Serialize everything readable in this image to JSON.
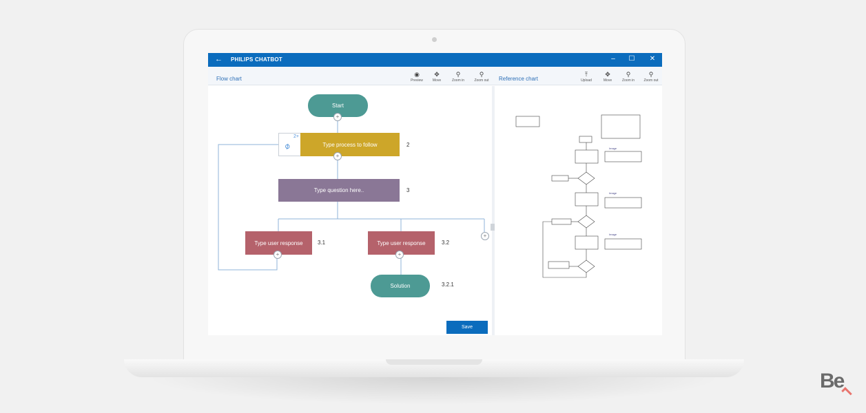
{
  "app": {
    "title": "PHILIPS CHATBOT",
    "back_icon": "back-arrow-icon",
    "window_controls": [
      "minimize-icon",
      "maximize-icon",
      "close-icon"
    ],
    "accent_color": "#0b6cbd"
  },
  "flow_panel": {
    "title": "Flow chart",
    "tools": [
      {
        "label": "Preview",
        "icon": "eye-icon"
      },
      {
        "label": "Move",
        "icon": "move-icon"
      },
      {
        "label": "Zoom in",
        "icon": "zoom-in-icon"
      },
      {
        "label": "Zoom out",
        "icon": "zoom-out-icon"
      }
    ],
    "nodes": {
      "start": "Start",
      "process": "Type process to follow",
      "question": "Type question here..",
      "response1": "Type user response",
      "response2": "Type user response",
      "solution": "Solution"
    },
    "numbers": {
      "process": "2",
      "question": "3",
      "response1": "3.1",
      "response2": "3.2",
      "solution": "3.2.1"
    },
    "attachment_count": "2+",
    "save_label": "Save"
  },
  "reference_panel": {
    "title": "Reference chart",
    "tools": [
      {
        "label": "Upload",
        "icon": "upload-icon"
      },
      {
        "label": "Move",
        "icon": "move-icon"
      },
      {
        "label": "Zoom in",
        "icon": "zoom-in-icon"
      },
      {
        "label": "Zoom out",
        "icon": "zoom-out-icon"
      }
    ]
  },
  "branding": {
    "logo": "Be"
  }
}
